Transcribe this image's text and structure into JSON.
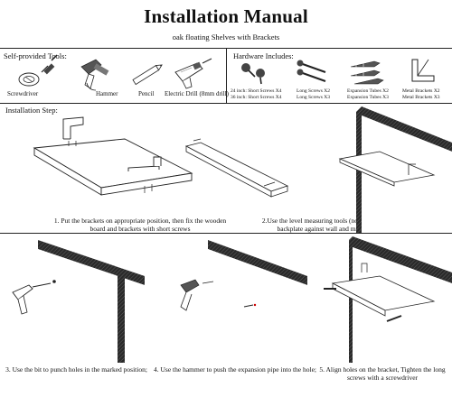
{
  "header": {
    "title": "Installation Manual",
    "subtitle": "oak floating Shelves with Brackets"
  },
  "tools": {
    "heading": "Self-provided Tools:",
    "items": [
      {
        "icon": "screwdriver-icon",
        "label": "Screwdriver"
      },
      {
        "icon": "hammer-icon",
        "label": "Hammer"
      },
      {
        "icon": "pencil-icon",
        "label": "Pencil"
      },
      {
        "icon": "electric-drill-icon",
        "label": "Electric Drill (8mm drill)"
      }
    ]
  },
  "hardware": {
    "heading": "Hardware Includes:",
    "items": [
      {
        "icon": "short-screws-icon",
        "lines": [
          "24 inch: Short Screws X4",
          "36 inch: Short Screws X4"
        ]
      },
      {
        "icon": "long-screws-icon",
        "lines": [
          "Long Screws X2",
          "Long Screws X3"
        ]
      },
      {
        "icon": "expansion-tubes-icon",
        "lines": [
          "Expansion Tubes X2",
          "Expansion Tubes X3"
        ]
      },
      {
        "icon": "metal-brackets-icon",
        "lines": [
          "Metal Brackets X2",
          "Metal Brackets X3"
        ]
      }
    ]
  },
  "installation": {
    "heading": "Installation Step:",
    "steps": [
      {
        "text": "1. Put the brackets on appropriate position, then fix the wooden board and brackets with short screws"
      },
      {
        "text": "2.Use the level measuring tools (not include in package) , place backplate against wall and mark holes with a pencil;"
      },
      {
        "text": "3. Use the bit to punch holes in the marked position;"
      },
      {
        "text": "4. Use the hammer to push the expansion pipe into the hole;"
      },
      {
        "text": "5. Align holes on the bracket, Tighten the long screws with a screwdriver"
      }
    ]
  }
}
